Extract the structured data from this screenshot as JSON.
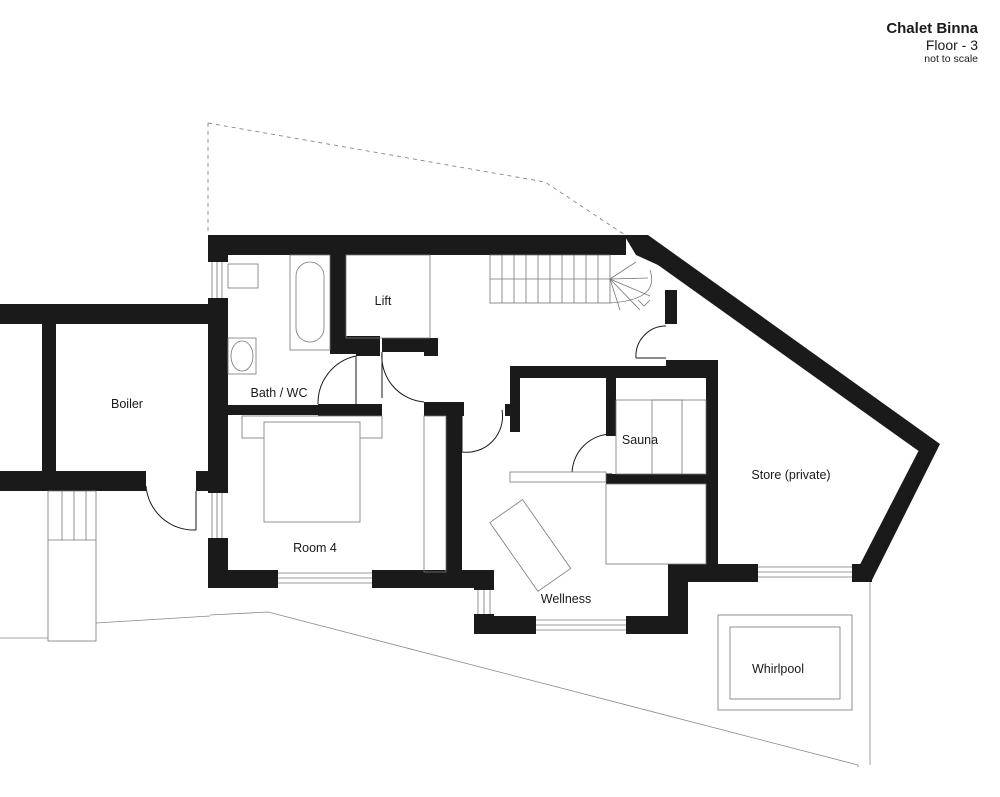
{
  "title_block": {
    "name": "Chalet Binna",
    "floor": "Floor - 3",
    "scale_note": "not to scale"
  },
  "rooms": {
    "lift": "Lift",
    "bath_wc": "Bath / WC",
    "boiler": "Boiler",
    "sauna": "Sauna",
    "store": "Store (private)",
    "room4": "Room 4",
    "wellness": "Wellness",
    "whirlpool": "Whirlpool"
  },
  "colors": {
    "wall": "#1a1a1a",
    "fixture_line": "#777777"
  }
}
